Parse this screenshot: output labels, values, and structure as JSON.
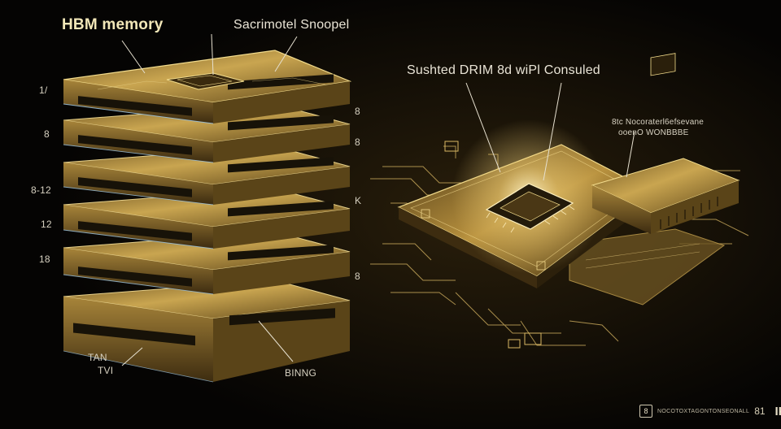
{
  "labels": {
    "title": "HBM memory",
    "sub1": "Sacrimotel Snoopel",
    "sub2": "Sushted DRIM 8d wiPl Consuled",
    "note_line1": "8tc Nocoraterl6efsevane",
    "note_line2": "ooenO WONBBBE",
    "foot1_line1": "TAN",
    "foot1_line2": "TVI",
    "foot2": "BINNG"
  },
  "left_markers": [
    "1/",
    "8",
    "8-12",
    "12",
    "18"
  ],
  "right_markers": [
    "8",
    "8",
    "K",
    "8"
  ],
  "brand": {
    "box": "8",
    "text": "NOCOTOXTAGONTONSEONALL",
    "num": "81",
    "logo": "IK"
  },
  "colors": {
    "background": "#050403",
    "gold": "#c9a550",
    "gold_light": "#f3dc8c",
    "dark_plate": "#1b1710",
    "edge_blue": "#9fc8e6",
    "text": "#e9e4d6"
  }
}
